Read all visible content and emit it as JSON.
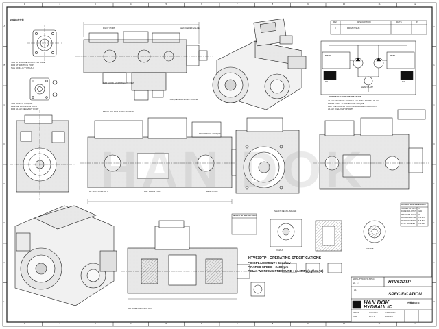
{
  "header": {
    "company_code": "주식회사 한독",
    "mount_note_1": "SAE \"A\" FLANGE MOUNTING FACE",
    "mount_note_2": "FOR AT SUCTION PORT",
    "mount_note_3": "SAE J2744-3 (TYPICAL)",
    "mount_note_4": "SAE J2744-3 TORQUE",
    "mount_note_5": "FLANGE MOUNTING FACE",
    "mount_note_6": "FOR A1, A2 DELIVERY PORT"
  },
  "callouts": {
    "pilot_port": "PILOT PORT",
    "main_relief": "MAIN RELIEF VALVE",
    "max_flow": "MAX FLOW ADJUSTING SCREW",
    "torque_adj": "TORQUE ADJUSTING SCREW",
    "min_flow": "MIN FLOW ADJUSTING SCREW",
    "tightening": "TIGHTENING TORQUE",
    "hydraulic_circuit": "HYDRAULIC CIRCUIT DIAGRAM",
    "rated_port": "A1, A2 : DELIVERY PORTS",
    "suction": "B : SUCTION PORT",
    "drain": "DR : DRAIN PORT",
    "gear_pump": "GEAR PUMP",
    "eng_note": "A1, A2 DELIVERY : HYDRAULIC WITH A STEEL PLUG",
    "drain_note": "DRAIN PORT : TIGHTENING TORQUE",
    "fill_note": "FILL THE CASING WITH OIL BEFORE OPERATION",
    "shaft_detail": "SHAFT DETAIL SPLINE",
    "splined_shaft": "INVOLUTE SPLINE DATA",
    "view_a": "VIEW A",
    "view_b": "VIEW B"
  },
  "circuit": {
    "regulator_a": "KR3G",
    "regulator_b": "KR3G",
    "gear_pump_label": "GEAR PUMP",
    "pilot_a": "Pi1",
    "pilot_b": "Pi2"
  },
  "spline_table": {
    "title": "INVOLUTE SPLINE DATA",
    "rows": [
      [
        "NUMBER OF TEETH",
        "13"
      ],
      [
        "DIAMETRAL PITCH",
        "16/32"
      ],
      [
        "PRESSURE ANGLE",
        "30°"
      ],
      [
        "MAJOR DIAMETER",
        "Ø 22.225"
      ],
      [
        "MINOR DIAMETER",
        "Ø 18.542"
      ],
      [
        "PITCH DIAMETER",
        "Ø 20.638"
      ]
    ]
  },
  "spec": {
    "title": "HTV63DTP - OPERATING SPECIFICATIONS",
    "line1": "* DISPLACEMENT : 63cc/rev",
    "line2": "* RATED SPEED : 2400rpm",
    "line3": "* MAX WORKING PRESSURE : 34.3MPa(kgf/cm^2)"
  },
  "title_block": {
    "brand_1": "HAN DOK",
    "brand_2": "HYDRAULIC",
    "model": "HTV63DTP",
    "doc_type": "SPECIFICATION",
    "company_kr": "한독유압(주)",
    "sheet_size": "A1",
    "drawing_no": "HDP-HTV63DTP-SPEC",
    "scale": "SC. 1:1",
    "labels": [
      "DRAWN",
      "CHECKED",
      "APPROVED",
      "DATE",
      "SCALE",
      "DWG NO."
    ]
  },
  "grid": {
    "columns": [
      "1",
      "2",
      "3",
      "4",
      "5",
      "6",
      "7",
      "8",
      "9",
      "10",
      "11",
      "12"
    ],
    "rows": [
      "A",
      "B",
      "C",
      "D",
      "E",
      "F",
      "G",
      "H"
    ]
  },
  "revision_table": {
    "headers": [
      "REV",
      "DESCRIPTION",
      "DATE",
      "BY"
    ],
    "rows": [
      [
        "0",
        "FIRST ISSUE",
        "",
        ""
      ]
    ]
  },
  "watermark": "HAN DOK",
  "footer_note": "ALL DIMENSIONS IN mm",
  "colors": {
    "line": "#1a1a1a",
    "paper": "#ffffff",
    "fill": "#e8e8e8"
  }
}
